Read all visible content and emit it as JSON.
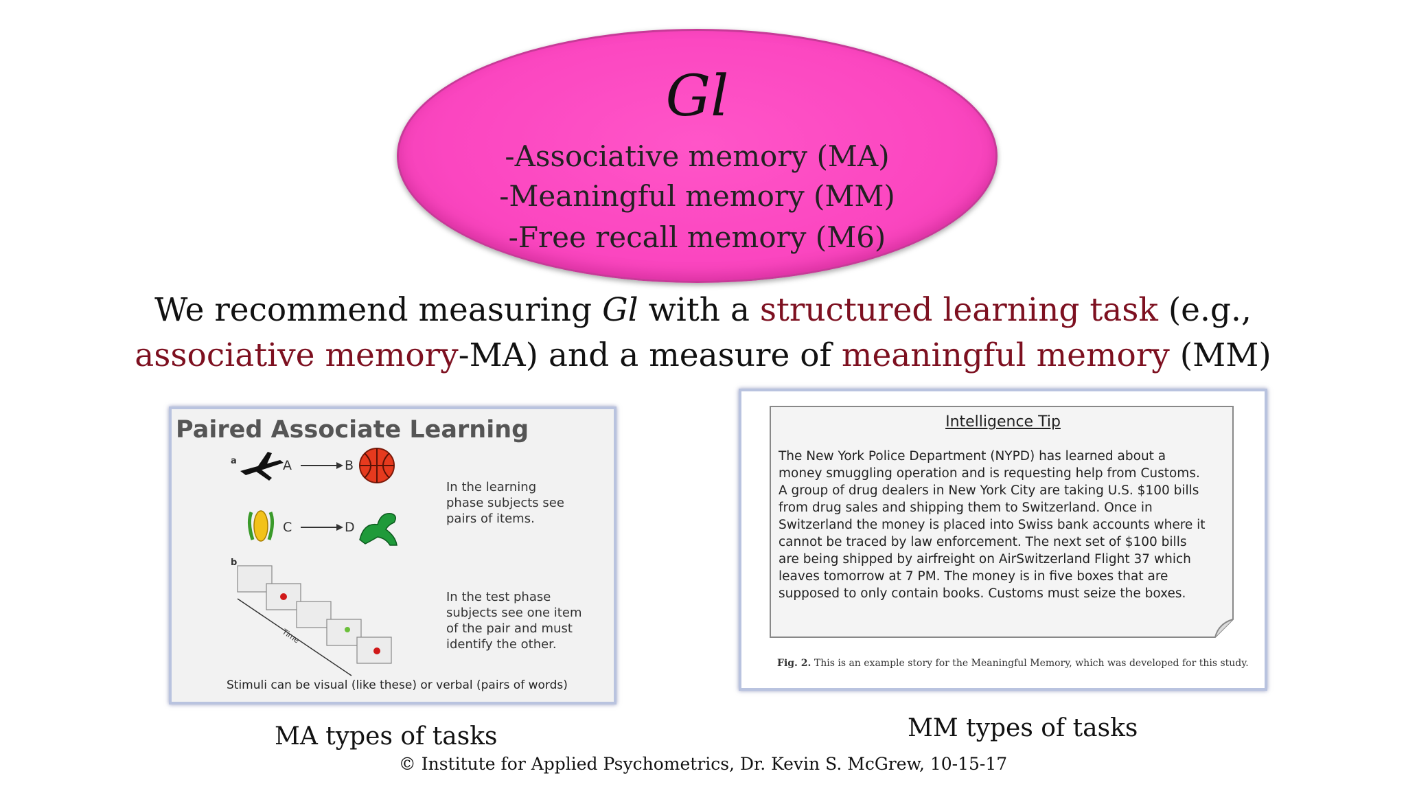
{
  "ellipse": {
    "title": "Gl",
    "items": [
      "-Associative memory (MA)",
      "-Meaningful memory (MM)",
      "-Free recall memory (M6)"
    ]
  },
  "recommendation": {
    "line1": {
      "part1": "We recommend measuring ",
      "part2": "Gl",
      "part3": " with a ",
      "part4": "structured learning task",
      "part5": " (e.g.,"
    },
    "line2": {
      "part1": "associative memory",
      "part2": "-MA) and a measure of ",
      "part3": "meaningful memory",
      "part4": " (MM)"
    }
  },
  "pal_figure": {
    "title": "Paired Associate Learning",
    "panel_a": "a",
    "panel_b": "b",
    "pair1": {
      "left": "A",
      "right": "B"
    },
    "pair2": {
      "left": "C",
      "right": "D"
    },
    "learning_text": [
      "In the learning",
      "phase subjects see",
      "pairs of items."
    ],
    "test_text": [
      "In the test phase",
      "subjects see one item",
      "of the pair and must",
      "identify the other."
    ],
    "time_label": "Time",
    "caption": "Stimuli can be visual (like these) or verbal (pairs of words)"
  },
  "mm_figure": {
    "note_title": "Intelligence Tip",
    "note_lines": [
      "The New York Police Department (NYPD) has learned about a",
      "money smuggling operation and is requesting help from Customs.",
      "A group of drug dealers in New York City are taking U.S. $100 bills",
      "from drug sales and shipping them to Switzerland.  Once in",
      "Switzerland the money is placed into Swiss bank accounts where it",
      "cannot be traced by law enforcement.  The next set of $100 bills",
      "are being shipped by airfreight on AirSwitzerland Flight 37 which",
      "leaves tomorrow at 7 PM.  The money is in five boxes that are",
      "supposed to only contain books.  Customs must seize the boxes."
    ],
    "caption_bold": "Fig. 2.",
    "caption_text": " This is an example story for the Meaningful Memory, which was developed for this study."
  },
  "labels": {
    "ma": "MA types of tasks",
    "mm": "MM types of tasks"
  },
  "copyright": "© Institute for Applied Psychometrics, Dr. Kevin S. McGrew, 10-15-17",
  "colors": {
    "ellipse_fill": "#fb46c0",
    "highlight_text": "#7d1020",
    "box_border": "#b9c3df"
  }
}
